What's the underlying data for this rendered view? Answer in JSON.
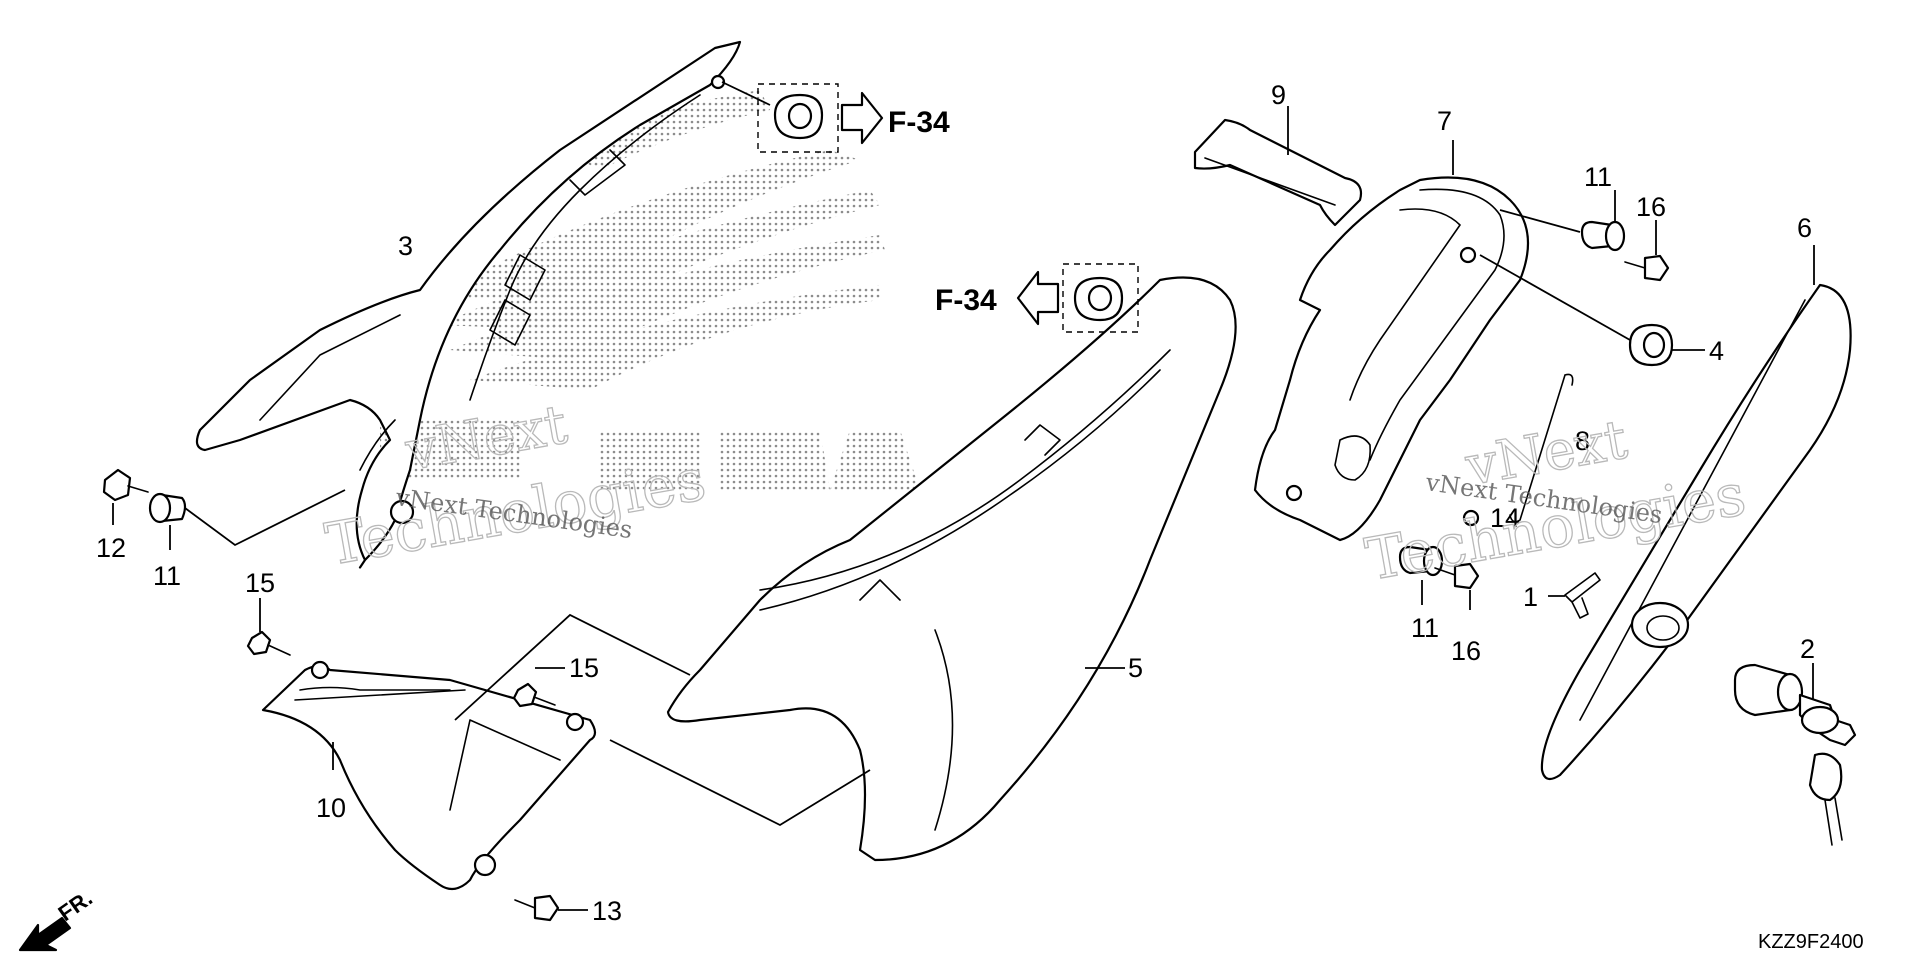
{
  "callouts": {
    "c1": "1",
    "c2": "2",
    "c3": "3",
    "c4": "4",
    "c5": "5",
    "c6": "6",
    "c7": "7",
    "c8": "8",
    "c9": "9",
    "c10": "10",
    "c11a": "11",
    "c11b": "11",
    "c11c": "11",
    "c12": "12",
    "c13": "13",
    "c14": "14",
    "c15a": "15",
    "c15b": "15",
    "c16a": "16",
    "c16b": "16"
  },
  "refs": {
    "ref_upper": "F-34",
    "ref_mid": "F-34"
  },
  "front_label": "FR.",
  "diagram_code": "KZZ9F2400",
  "watermark": {
    "line1": "vNext Technologies",
    "line2a": "vNext",
    "line2b": "Technologies"
  },
  "colors": {
    "ink": "#000000",
    "paper": "#ffffff",
    "halftone": "#9a9a9a",
    "watermark": "#b9b9b9"
  },
  "icons": [
    "front-direction-arrow-icon",
    "reference-arrow-right-icon",
    "reference-arrow-left-icon",
    "honda-wing-logo"
  ]
}
